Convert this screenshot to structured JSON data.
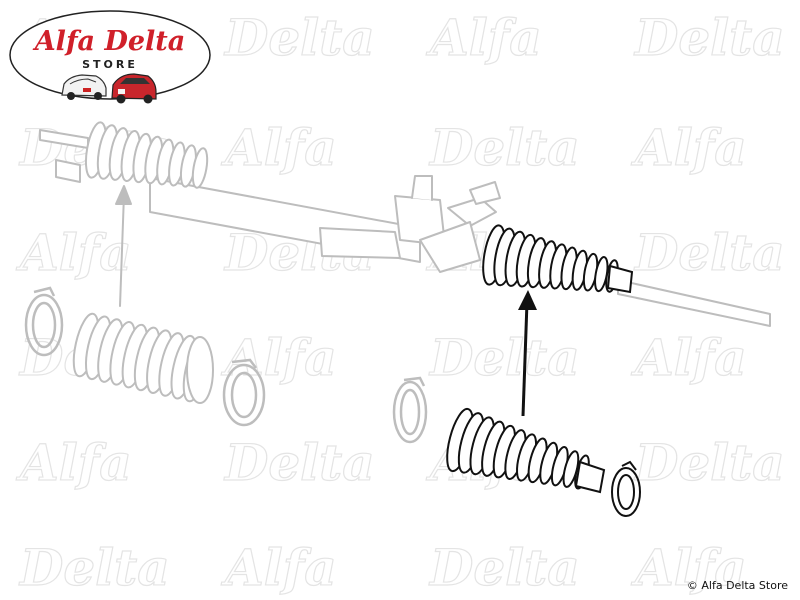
{
  "logo": {
    "title": "Alfa Delta",
    "subtitle": "STORE",
    "accent_color": "#d0202a"
  },
  "watermark": {
    "words": [
      "Alfa",
      "Delta"
    ],
    "color": "#e4e4e4"
  },
  "diagram": {
    "faded_color": "#bdbdbd",
    "highlight_color": "#111111"
  },
  "copyright": "© Alfa Delta Store"
}
